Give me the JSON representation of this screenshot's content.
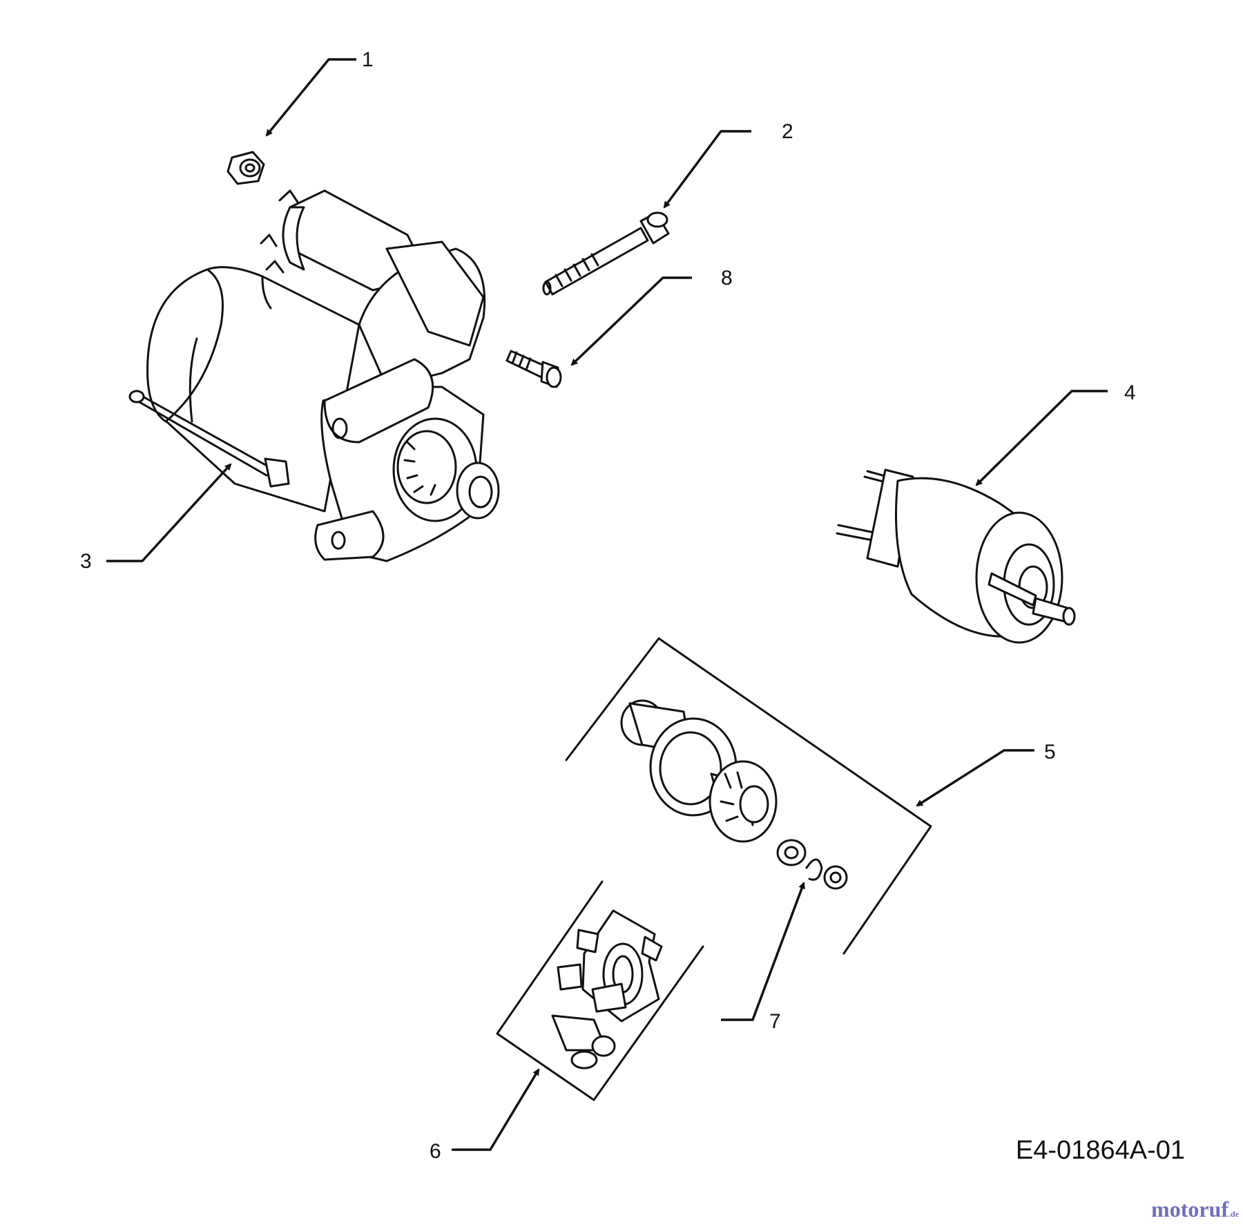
{
  "diagram": {
    "parts": [
      {
        "id": "1",
        "label": "1",
        "icon": "nut-icon"
      },
      {
        "id": "2",
        "label": "2",
        "icon": "bolt-icon"
      },
      {
        "id": "3",
        "label": "3",
        "icon": "starter-motor-icon"
      },
      {
        "id": "4",
        "label": "4",
        "icon": "solenoid-icon"
      },
      {
        "id": "5",
        "label": "5",
        "icon": "drive-pinion-kit-icon"
      },
      {
        "id": "6",
        "label": "6",
        "icon": "brush-holder-kit-icon"
      },
      {
        "id": "7",
        "label": "7",
        "icon": "retaining-ring-icon"
      },
      {
        "id": "8",
        "label": "8",
        "icon": "screw-icon"
      }
    ],
    "drawing_code": "E4-01864A-01",
    "watermark": {
      "name": "motoruf",
      "tld": ".de"
    }
  }
}
